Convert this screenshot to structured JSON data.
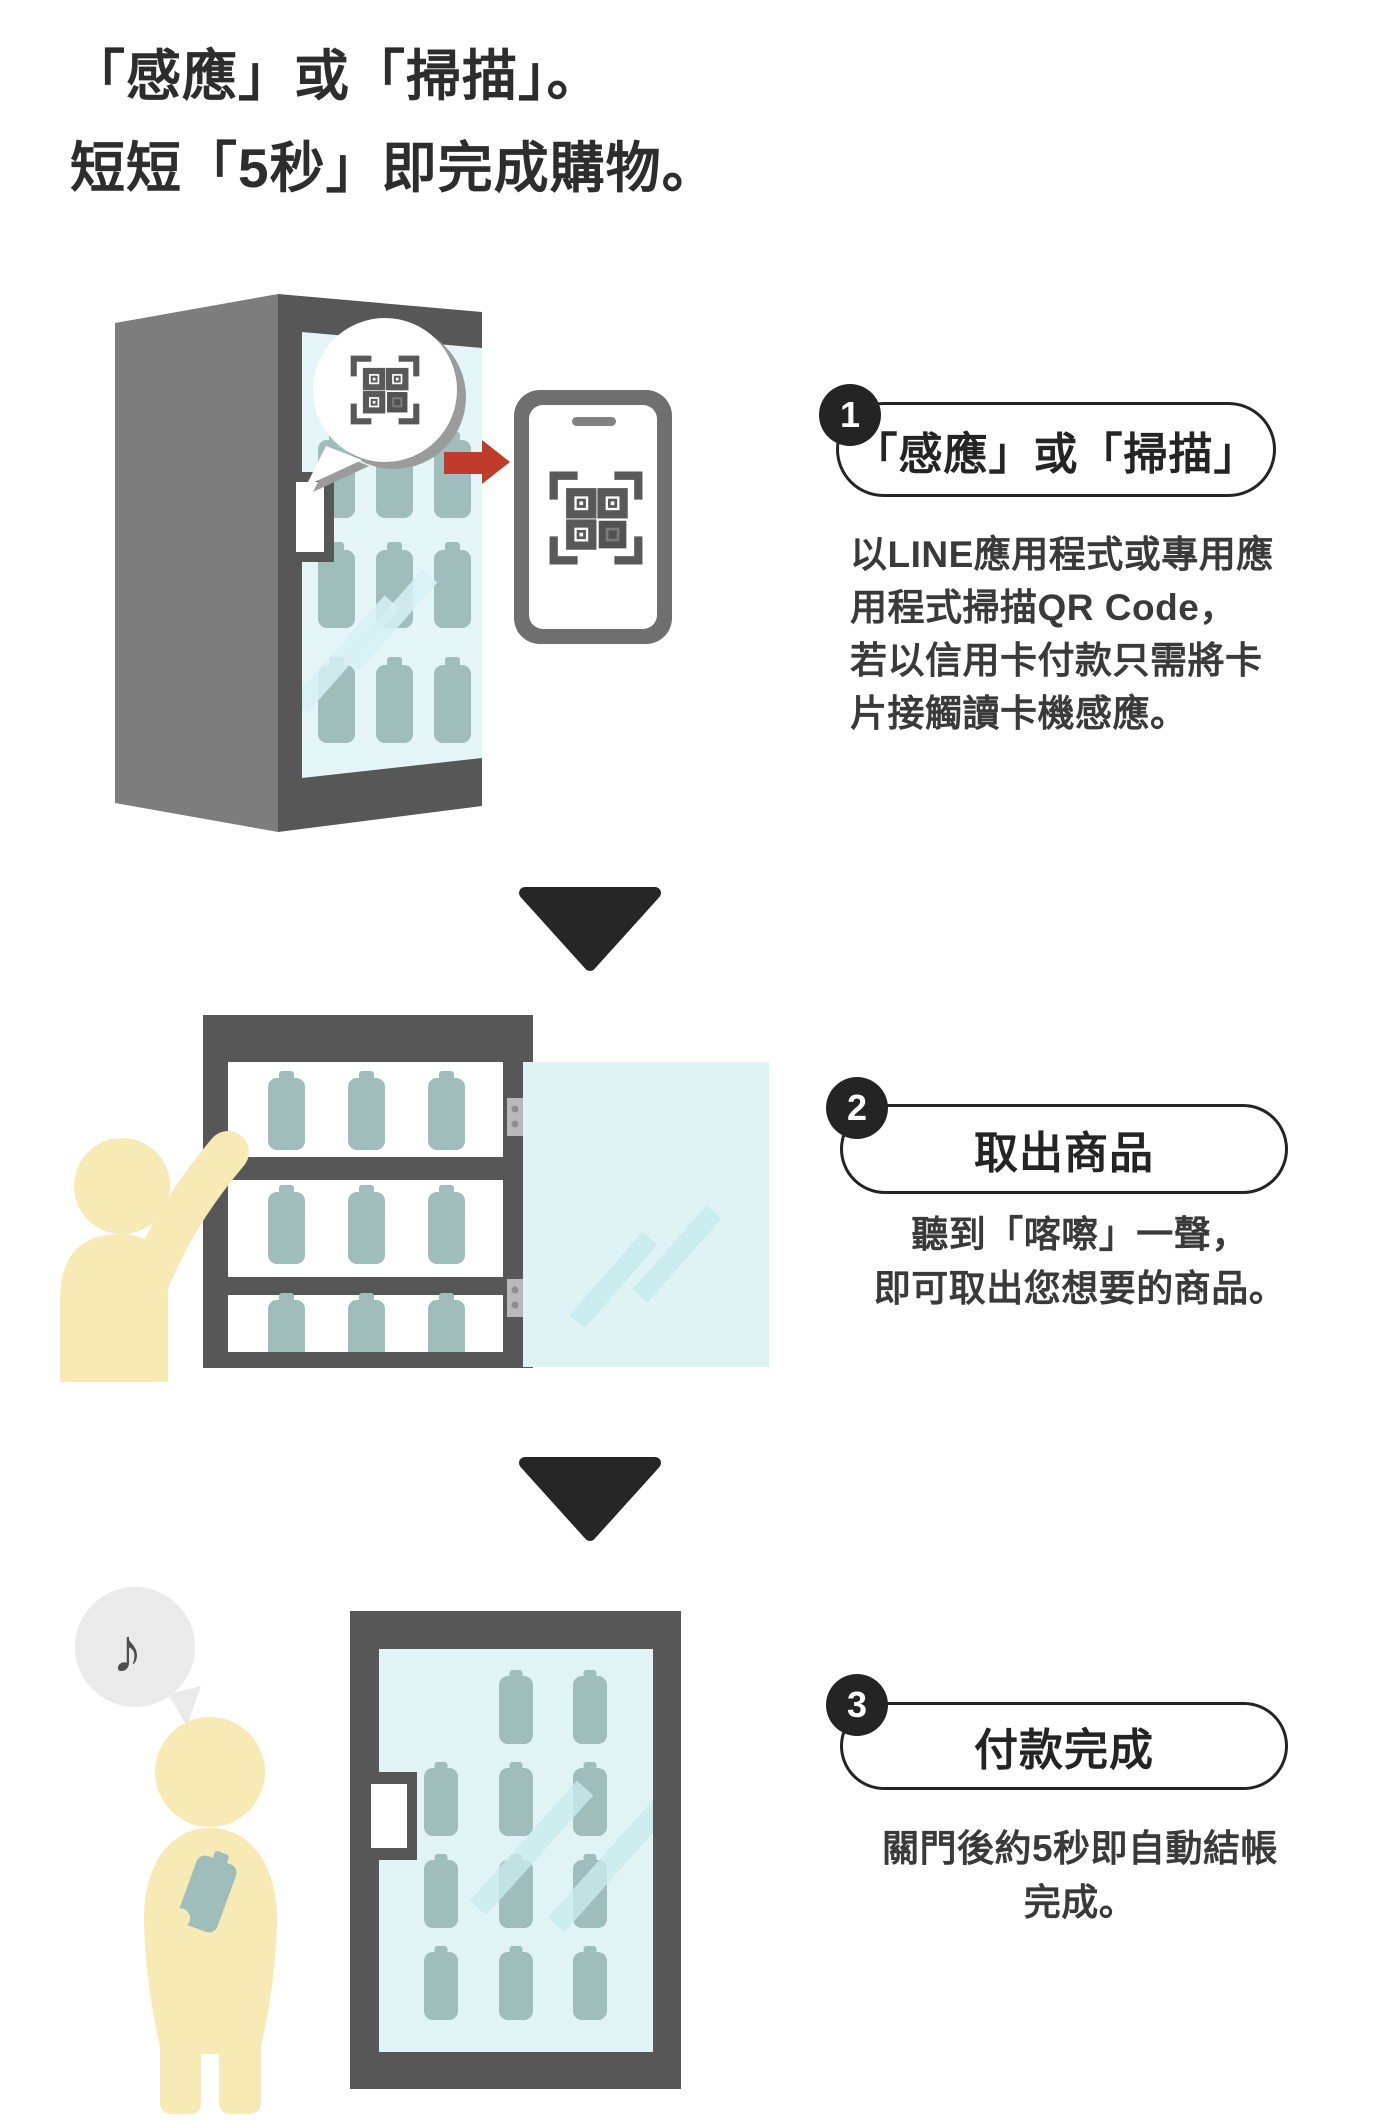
{
  "title": {
    "line1": "「感應」或「掃描」。",
    "line2": "短短「5秒」即完成購物。"
  },
  "steps": [
    {
      "number": "1",
      "label": "「感應」或「掃描」",
      "desc_lines": [
        "以LINE應用程式或專用應",
        "用程式掃描QR Code，",
        "若以信用卡付款只需將卡",
        "片接觸讀卡機感應。"
      ]
    },
    {
      "number": "2",
      "label": "取出商品",
      "desc_lines": [
        "聽到「喀嚓」一聲，",
        "即可取出您想要的商品。"
      ]
    },
    {
      "number": "3",
      "label": "付款完成",
      "desc_lines": [
        "關門後約5秒即自動結帳",
        "完成。"
      ]
    }
  ],
  "illustrations": {
    "music_note": "♪",
    "step1": "fridge-with-qr-bubble-arrow-to-phone",
    "step2": "person-taking-product-from-open-fridge",
    "step3": "person-holding-product-fridge-closed",
    "divider": "down-triangle"
  },
  "colors": {
    "text_dark": "#2d2d2d",
    "badge_black": "#242424",
    "fridge_front": "#575757",
    "fridge_side": "#7d7d7d",
    "glass": "#e3f5f6",
    "door_glass": "#dff3f5",
    "glass_shine": "#c9ecee",
    "bottle_teal": "#9fbdbb",
    "person_yellow": "#f7eab5",
    "arrow_red": "#bf3b2a",
    "phone_gray": "#6f6f6f",
    "bubble_gray": "#eaeaea",
    "divider_black": "#262626"
  }
}
